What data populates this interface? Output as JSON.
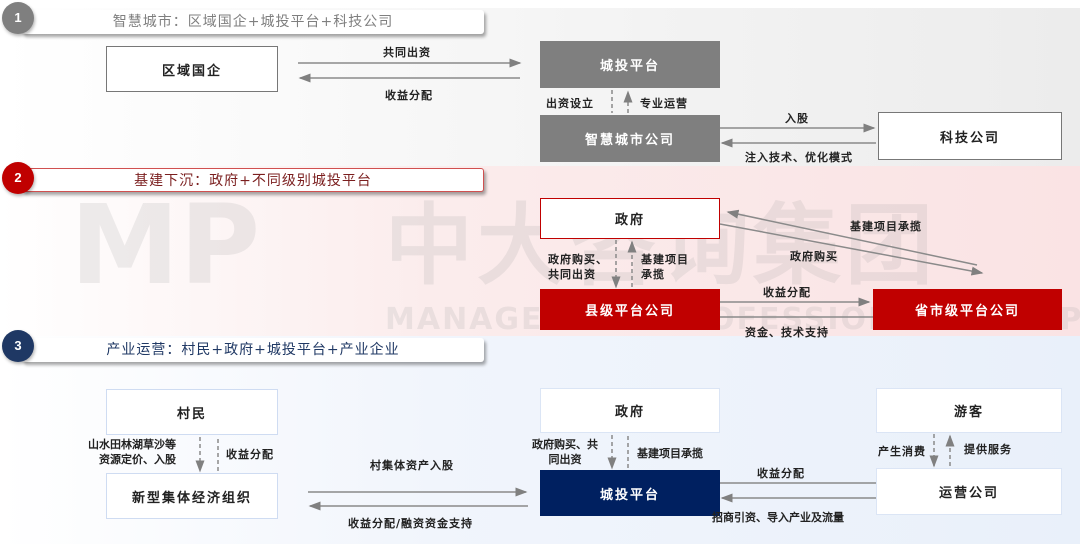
{
  "watermark": {
    "logo": "MP",
    "name": "中大咨询集团",
    "sub": "MANAGEMENT PROFESSIONAL GROUP"
  },
  "sections": [
    {
      "number": "1",
      "title": "智慧城市：区域国企+城投平台+科技公司",
      "color": "#7f7f7f",
      "boxes": {
        "state_enterprise": "区域国企",
        "platform": "城投平台",
        "smart_city_co": "智慧城市公司",
        "tech_co": "科技公司"
      },
      "labels": {
        "co_invest": "共同出资",
        "revenue": "收益分配",
        "fund_establish": "出资设立",
        "pro_ops": "专业运营",
        "equity": "入股",
        "inject_tech": "注入技术、优化模式"
      }
    },
    {
      "number": "2",
      "title": "基建下沉：政府+不同级别城投平台",
      "color": "#c00000",
      "boxes": {
        "government": "政府",
        "county_platform": "县级平台公司",
        "provincial_platform": "省市级平台公司"
      },
      "labels": {
        "infra_contract_diag": "基建项目承揽",
        "gov_purchase_diag": "政府购买",
        "gov_purchase_co": "政府购买、\n共同出资",
        "infra_contract": "基建项目\n承揽",
        "revenue": "收益分配",
        "fund_tech": "资金、技术支持"
      }
    },
    {
      "number": "3",
      "title": "产业运营：村民+政府+城投平台+产业企业",
      "color": "#1f3864",
      "boxes": {
        "villagers": "村民",
        "collective_org": "新型集体经济组织",
        "government": "政府",
        "platform": "城投平台",
        "tourists": "游客",
        "operator": "运营公司"
      },
      "labels": {
        "resource_pricing": "山水田林湖草沙等\n资源定价、入股",
        "revenue_v": "收益分配",
        "asset_equity": "村集体资产入股",
        "revenue_finance": "收益分配/融资资金支持",
        "gov_purchase_co": "政府购买、共\n同出资",
        "infra_contract": "基建项目承揽",
        "revenue": "收益分配",
        "attract_invest": "招商引资、导入产业及流量",
        "consumption": "产生消费",
        "service": "提供服务"
      }
    }
  ]
}
